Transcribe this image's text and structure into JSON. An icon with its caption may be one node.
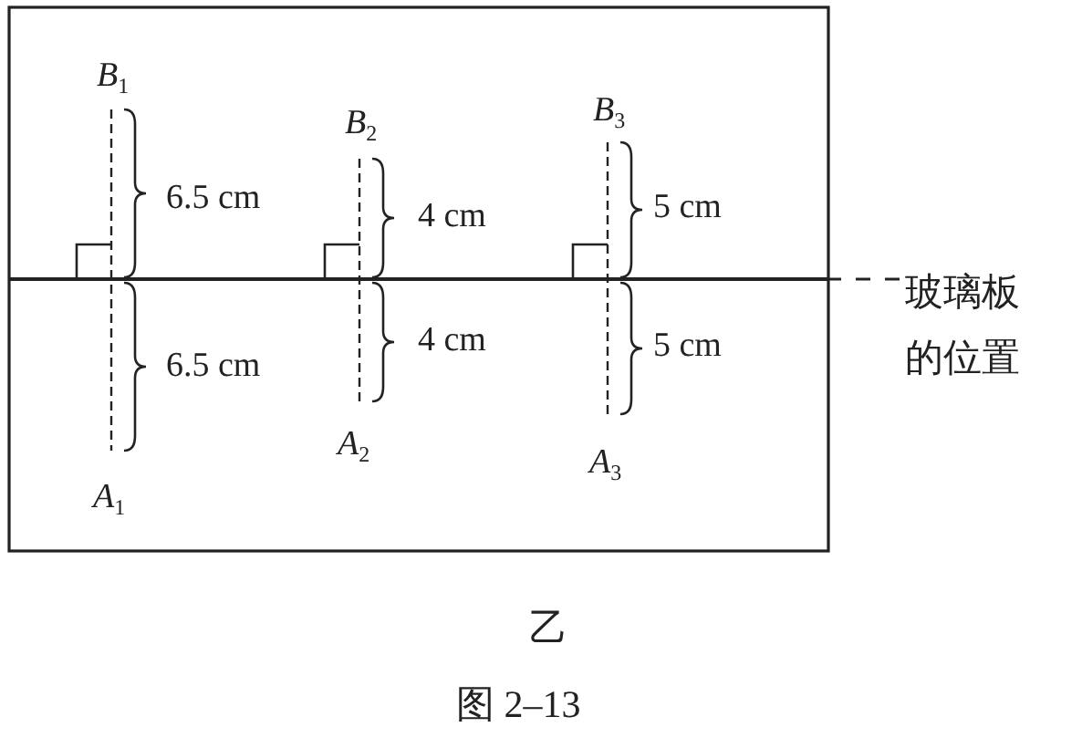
{
  "diagram": {
    "caption": "图 2–13",
    "nodes": [
      {
        "text": [],
        "shape": "line"
      },
      {
        "text": [
          "玻璃板的位置"
        ]
      }
    ],
    "edges": [
      {
        "from": 1,
        "to": 0,
        "arrow": "none",
        "style": "dashed"
      }
    ],
    "labels": [
      "*B*$_{1}$",
      "*B*$_{2}$",
      "*B*$_{3}$",
      "6.5 cm",
      "4 cm",
      "5 cm",
      "6.5 cm",
      "4 cm",
      "5 cm",
      "*A*$_{2}$",
      "*A*$_{3}$",
      "*A*$_{1}$",
      "乙"
    ]
  }
}
